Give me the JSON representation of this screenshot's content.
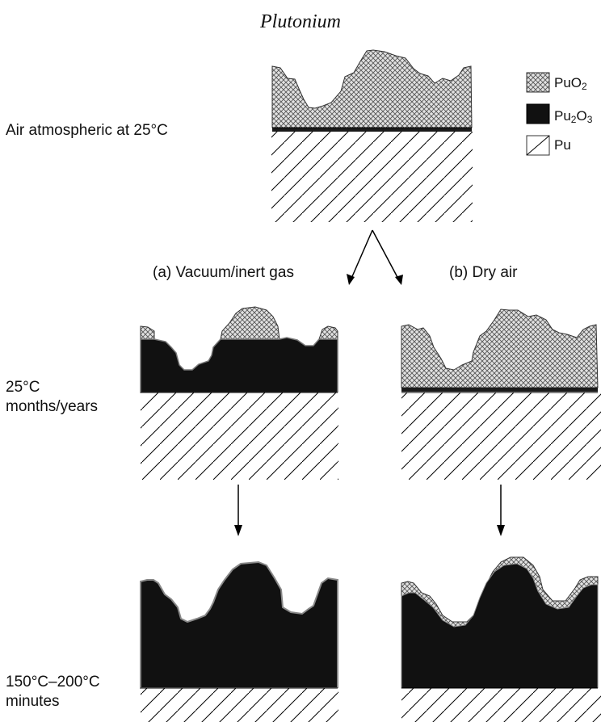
{
  "title": "Plutonium",
  "labels": {
    "air_atmospheric": "Air atmospheric at 25°C",
    "branch_a": "(a) Vacuum/inert gas",
    "branch_b": "(b) Dry air",
    "row2_line1": "25°C",
    "row2_line2": "months/years",
    "row3_line1": "150°C–200°C",
    "row3_line2": "minutes"
  },
  "legend": [
    {
      "name": "pu-o2",
      "base": "PuO",
      "sub": "2",
      "pattern": "crosshatch"
    },
    {
      "name": "pu2-o3",
      "base1": "Pu",
      "sub1": "2",
      "base2": "O",
      "sub2": "3",
      "pattern": "solid"
    },
    {
      "name": "pu",
      "base": "Pu",
      "pattern": "diagonal"
    }
  ]
}
